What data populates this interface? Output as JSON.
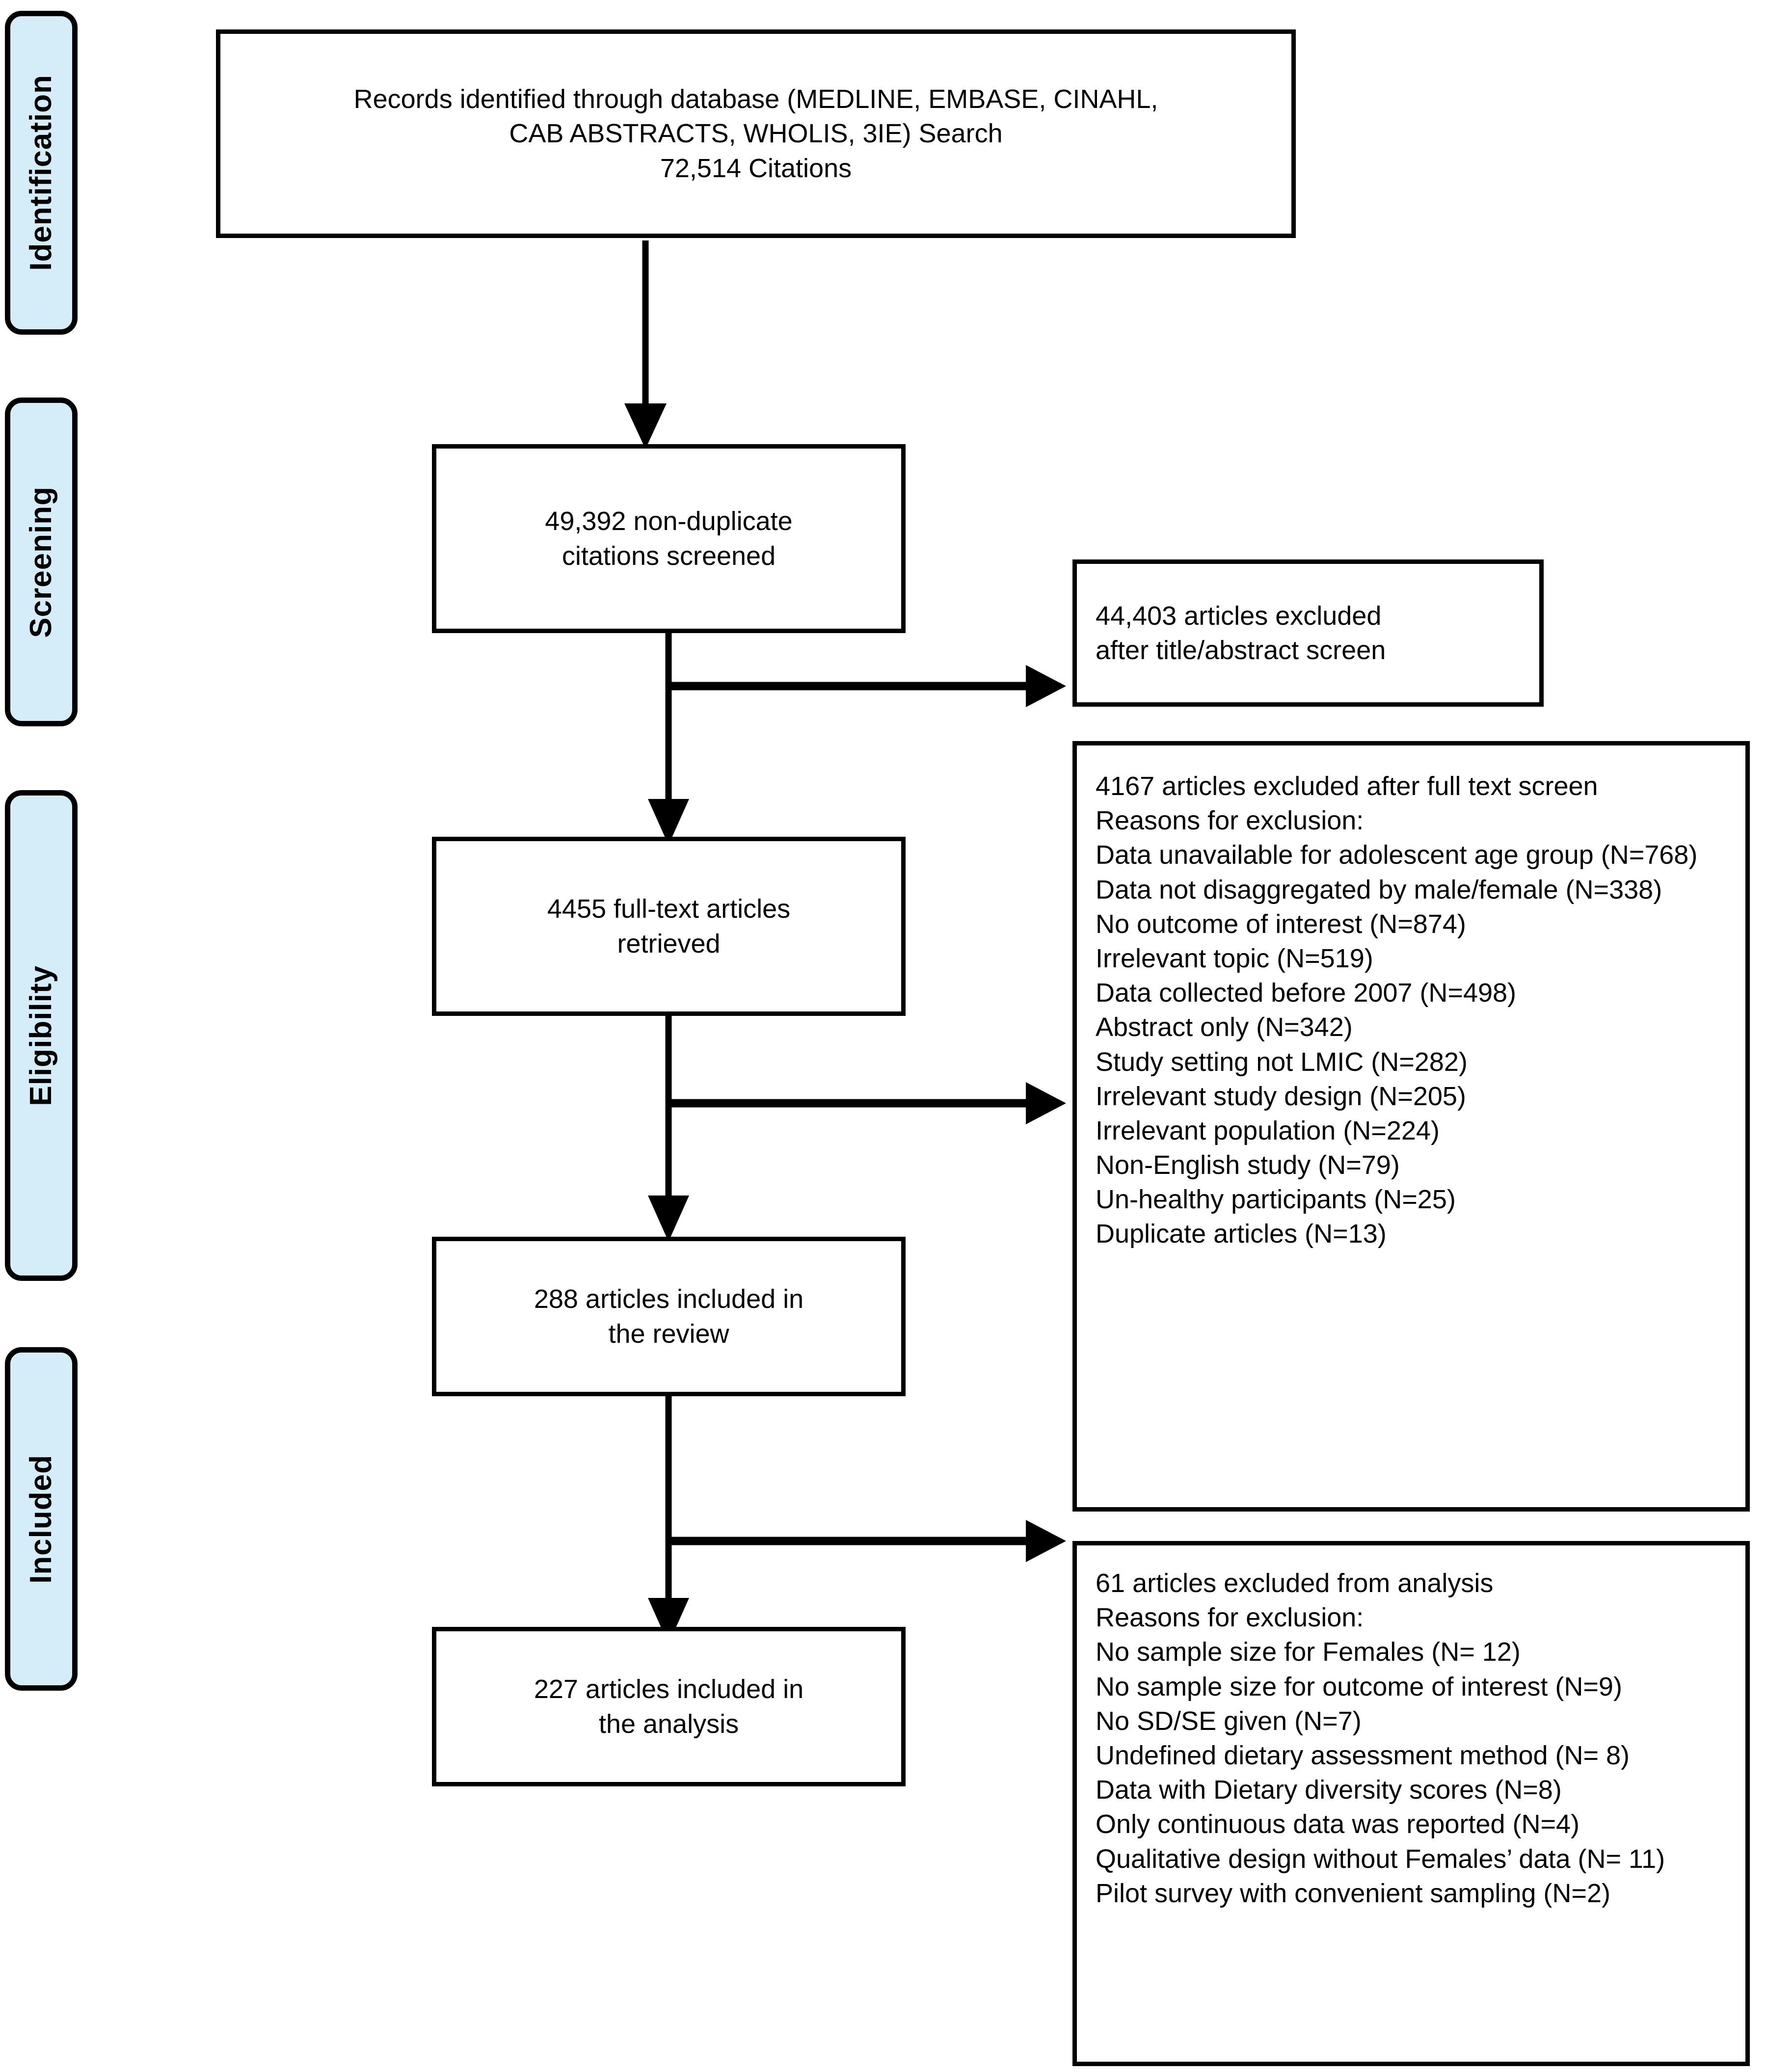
{
  "colors": {
    "stage_fill": "#d5ecf9",
    "stroke": "#000000",
    "box_fill": "#ffffff"
  },
  "stages": [
    {
      "label": "Identification"
    },
    {
      "label": "Screening"
    },
    {
      "label": "Eligibility"
    },
    {
      "label": "Included"
    }
  ],
  "boxes": {
    "identified": {
      "lines": [
        "Records identified through database (MEDLINE, EMBASE, CINAHL,",
        "CAB ABSTRACTS, WHOLIS, 3IE) Search",
        "72,514 Citations"
      ]
    },
    "screened": {
      "lines": [
        "49,392 non-duplicate",
        "citations screened"
      ]
    },
    "excluded_title_abstract": {
      "lines": [
        "44,403 articles excluded",
        "after title/abstract screen"
      ]
    },
    "fulltext_retrieved": {
      "lines": [
        "4455 full-text articles",
        "retrieved"
      ]
    },
    "excluded_fulltext": {
      "heading": "4167 articles excluded after full text screen",
      "reasons_label": "Reasons for exclusion:",
      "reasons": [
        "Data unavailable for adolescent age group (N=768)",
        "Data not disaggregated by male/female (N=338)",
        "No outcome of interest (N=874)",
        "Irrelevant topic (N=519)",
        "Data collected before 2007 (N=498)",
        "Abstract only (N=342)",
        "Study setting not LMIC (N=282)",
        "Irrelevant study design (N=205)",
        "Irrelevant population (N=224)",
        "Non-English study (N=79)",
        "Un-healthy participants (N=25)",
        "Duplicate articles (N=13)"
      ]
    },
    "included_review": {
      "lines": [
        "288 articles included in",
        "the review"
      ]
    },
    "excluded_analysis": {
      "heading": "61 articles excluded from analysis",
      "reasons_label": "Reasons for exclusion:",
      "reasons": [
        "No sample size for Females (N= 12)",
        "No sample size for outcome of interest (N=9)",
        "No SD/SE given (N=7)",
        "Undefined dietary assessment method (N= 8)",
        "Data with Dietary diversity scores (N=8)",
        "Only continuous data was reported (N=4)",
        "Qualitative design without Females’ data (N= 11)",
        "Pilot survey with convenient sampling (N=2)"
      ]
    },
    "included_analysis": {
      "lines": [
        "227 articles included in",
        "the analysis"
      ]
    }
  },
  "flow_data": {
    "type": "prisma-flow",
    "counts": {
      "records_identified": 72514,
      "non_duplicate_screened": 49392,
      "excluded_title_abstract": 44403,
      "fulltext_retrieved": 4455,
      "excluded_fulltext": 4167,
      "included_review": 288,
      "excluded_analysis": 61,
      "included_analysis": 227
    }
  }
}
